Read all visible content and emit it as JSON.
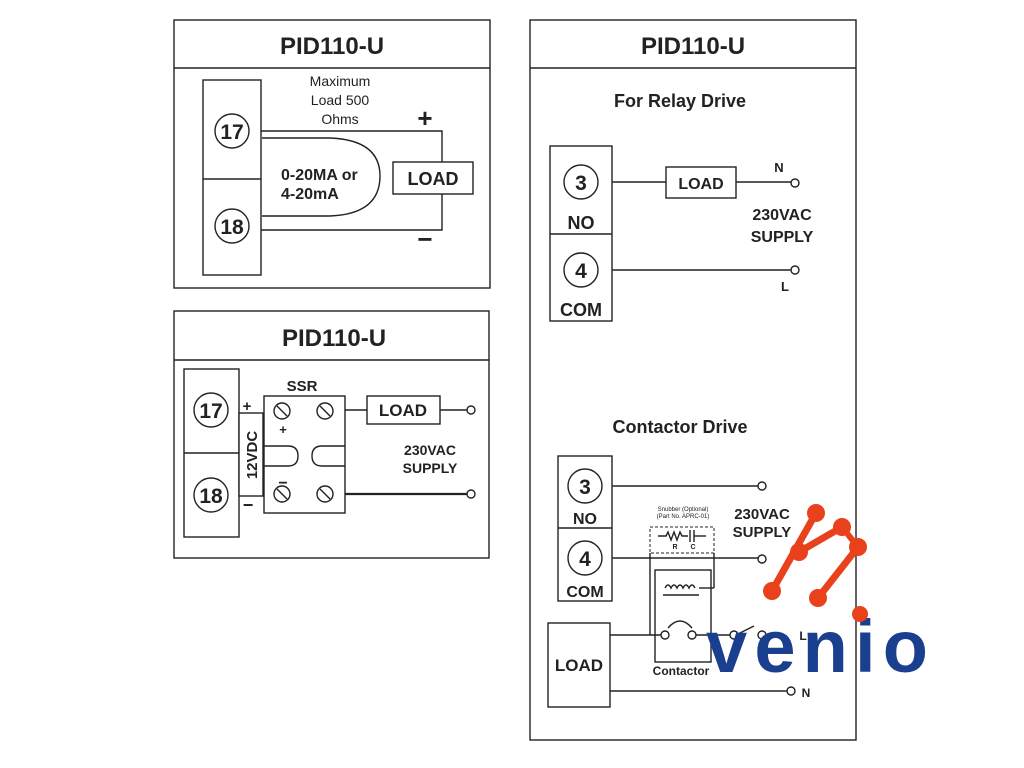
{
  "current_output": {
    "title": "PID110-U",
    "load_note_line1": "Maximum",
    "load_note_line2": "Load 500",
    "load_note_line3": "Ohms",
    "terminal_top": "17",
    "terminal_bottom": "18",
    "signal_line1": "0-20MA or",
    "signal_line2": "4-20mA",
    "load_label": "LOAD",
    "plus_sign": "+",
    "minus_sign": "−"
  },
  "ssr_output": {
    "title": "PID110-U",
    "terminal_top": "17",
    "terminal_bottom": "18",
    "voltage_label": "12VDC",
    "plus_sign": "+",
    "minus_sign": "−",
    "ssr_label": "SSR",
    "ssr_plus": "+",
    "ssr_minus": "−",
    "load_label": "LOAD",
    "supply_line1": "230VAC",
    "supply_line2": "SUPPLY"
  },
  "relay_panel": {
    "title": "PID110-U",
    "relay_heading": "For Relay Drive",
    "relay": {
      "terminal_no_num": "3",
      "terminal_no_label": "NO",
      "terminal_com_num": "4",
      "terminal_com_label": "COM",
      "load_label": "LOAD",
      "n_label": "N",
      "l_label": "L",
      "supply_line1": "230VAC",
      "supply_line2": "SUPPLY"
    },
    "contactor_heading": "Contactor Drive",
    "contactor": {
      "terminal_no_num": "3",
      "terminal_no_label": "NO",
      "terminal_com_num": "4",
      "terminal_com_label": "COM",
      "snubber_line1": "Snubber (Optional)",
      "snubber_line2": "(Part No. APRC-01)",
      "r_label": "R",
      "c_label": "C",
      "supply_line1": "230VAC",
      "supply_line2": "SUPPLY",
      "load_label": "LOAD",
      "contactor_label": "Contactor",
      "l_label": "L",
      "n_label": "N"
    }
  },
  "logo": {
    "text": "venio",
    "colors": {
      "wordmark": "#1b3f8f",
      "dots": "#e8411b"
    }
  }
}
